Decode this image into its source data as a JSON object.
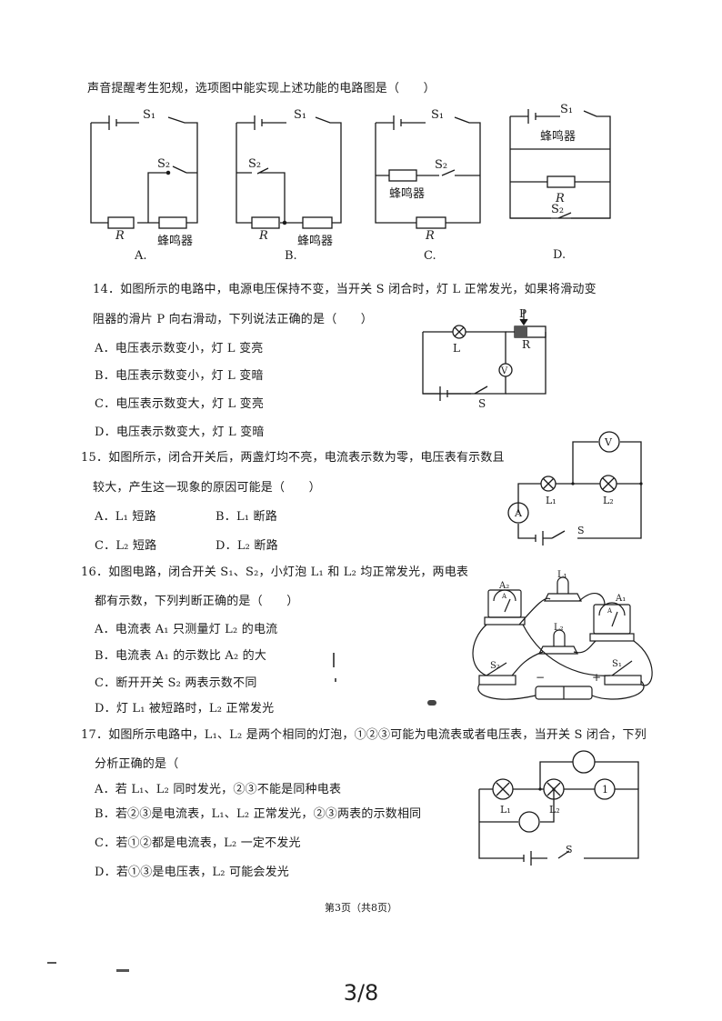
{
  "q13": {
    "tail": "声音提醒考生犯规，选项图中能实现上述功能的电路图是（　　）",
    "option_letters": [
      "A.",
      "B.",
      "C.",
      "D."
    ],
    "s1": "S₁",
    "s2": "S₂",
    "r": "R",
    "buzzer": "蜂鸣器"
  },
  "q14": {
    "line1": "14．如图所示的电路中，电源电压保持不变，当开关 S 闭合时，灯 L 正常发光，如果将滑动变",
    "line2": "阻器的滑片 P 向右滑动，下列说法正确的是（　　）",
    "options": [
      "A．电压表示数变小，灯 L 变亮",
      "B．电压表示数变小，灯 L 变暗",
      "C．电压表示数变大，灯 L 变亮",
      "D．电压表示数变大，灯 L 变暗"
    ],
    "fig": {
      "p": "P",
      "r": "R",
      "l": "L",
      "v": "V",
      "s": "S"
    }
  },
  "q15": {
    "line1": "15．如图所示，闭合开关后，两盏灯均不亮，电流表示数为零，电压表有示数且",
    "line2": "较大，产生这一现象的原因可能是（　　）",
    "options": [
      "A．L₁ 短路",
      "B．L₁ 断路",
      "C．L₂ 短路",
      "D．L₂ 断路"
    ],
    "fig": {
      "v": "V",
      "a": "A",
      "l1": "L₁",
      "l2": "L₂",
      "s": "S"
    }
  },
  "q16": {
    "line1": "16．如图电路，闭合开关 S₁、S₂，小灯泡 L₁ 和 L₂ 均正常发光，两电表",
    "line2": "都有示数，下列判断正确的是（　　）",
    "options": [
      "A．电流表 A₁ 只测量灯 L₂ 的电流",
      "B．电流表 A₁ 的示数比 A₂ 的大",
      "C．断开开关 S₂ 两表示数不同",
      "D．灯 L₁ 被短路时，L₂ 正常发光"
    ],
    "fig": {
      "a2": "A₂",
      "a1": "A₁",
      "l1": "L₁",
      "l2": "L₂",
      "s2": "S₂",
      "s1": "S₁",
      "minus": "−",
      "plus": "+",
      "meter": "A"
    }
  },
  "q17": {
    "line1": "17．如图所示电路中，L₁、L₂ 是两个相同的灯泡，①②③可能为电流表或者电压表，当开关 S 闭合，下列",
    "line2": "分析正确的是（",
    "options": [
      "A．若 L₁、L₂ 同时发光，②③不能是同种电表",
      "B．若②③是电流表，L₁、L₂ 正常发光，②③两表的示数相同",
      "C．若①②都是电流表，L₂ 一定不发光",
      "D．若①③是电压表，L₂ 可能会发光"
    ],
    "fig": {
      "l1": "L₁",
      "l2": "L₂",
      "s": "S",
      "m1": "1"
    }
  },
  "footer": "第3页（共8页）",
  "page_indicator": "3/8"
}
